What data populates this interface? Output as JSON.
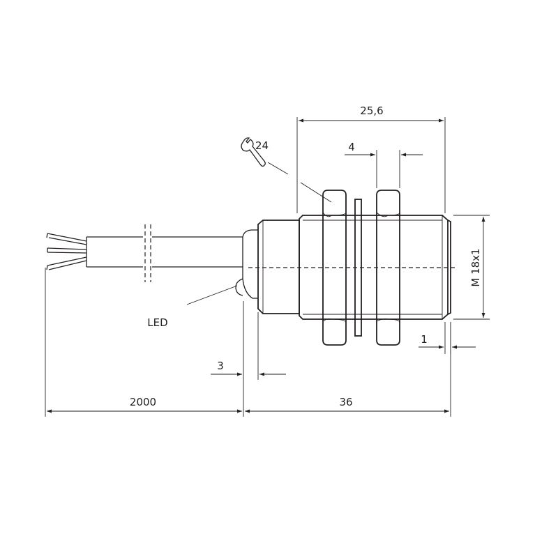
{
  "dimensions": {
    "overall_width": "25,6",
    "nut_thickness": "4",
    "wrench_size": "24",
    "thread": "M 18x1",
    "thread_offset": "1",
    "led_offset": "3",
    "cable_length": "2000",
    "body_length": "36"
  },
  "labels": {
    "led": "LED"
  },
  "colors": {
    "line": "#231f20",
    "background": "#ffffff"
  },
  "icons": {
    "wrench": "wrench-icon"
  }
}
